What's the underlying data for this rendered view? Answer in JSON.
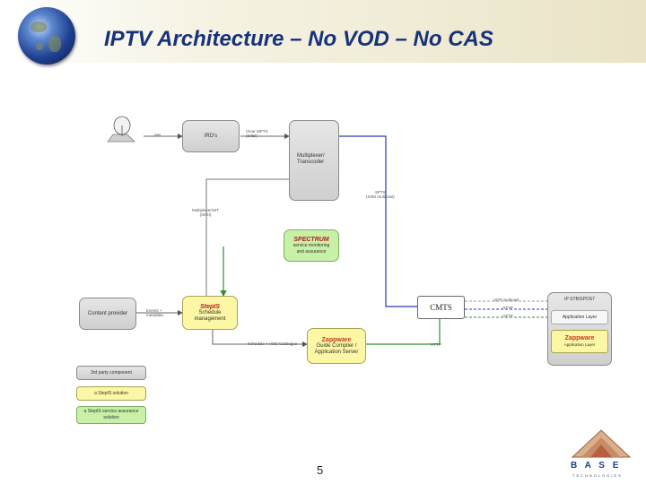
{
  "header": {
    "title": "IPTV  Architecture – No VOD – No CAS"
  },
  "diagram": {
    "nodes": {
      "irds": "IRD's",
      "multiplexer": "Multiplexer/\nTranscoder",
      "spectrum": {
        "brand": "SPECTRUM",
        "text": "service monitoring\nand assurance"
      },
      "content_provider": "Content provider",
      "stepis": {
        "brand": "StepIS",
        "text": "Schedule\nmanagement"
      },
      "zappware_server": {
        "brand": "Zappware",
        "text": "Guide Compiler /\nApplication Server"
      },
      "cmts": "CMTS",
      "settop": {
        "top": "IP STB/SPOS7",
        "mid": "Application Layer"
      },
      "zappware_stb": {
        "brand": "Zappware",
        "text": "Application Layer"
      }
    },
    "edge_labels": {
      "sat": "Sat",
      "mpts": "Clear MPTS\n(SI/EI)",
      "spts": "SPTS\n(SI/EI multicast)",
      "multiplexer_sit": "Multiplexer/SIT\n(SI/EI)",
      "content_to_stepis": "Events +\nmetadata",
      "schedule_out": "Schedule + VOD Catalogue",
      "http_cmts": "HTTP",
      "ip_multicast": "UDP multicast",
      "http_a": "HTTP",
      "http_b": "HTTP"
    },
    "legend": [
      "3rd party component",
      "a StepIS solution",
      "a StepIS service assurance solution"
    ],
    "colors": {
      "blue_line": "#2b3aa8",
      "green_line": "#2f8f2f",
      "gray_box": "#d8d8d8",
      "yellow_box": "#fbf7a4",
      "green_box": "#c8f0a6",
      "title": "#16327a"
    }
  },
  "footer": {
    "page_number": "5",
    "logo_text": "B A S E",
    "logo_sub": "TECHNOLOGIES"
  }
}
